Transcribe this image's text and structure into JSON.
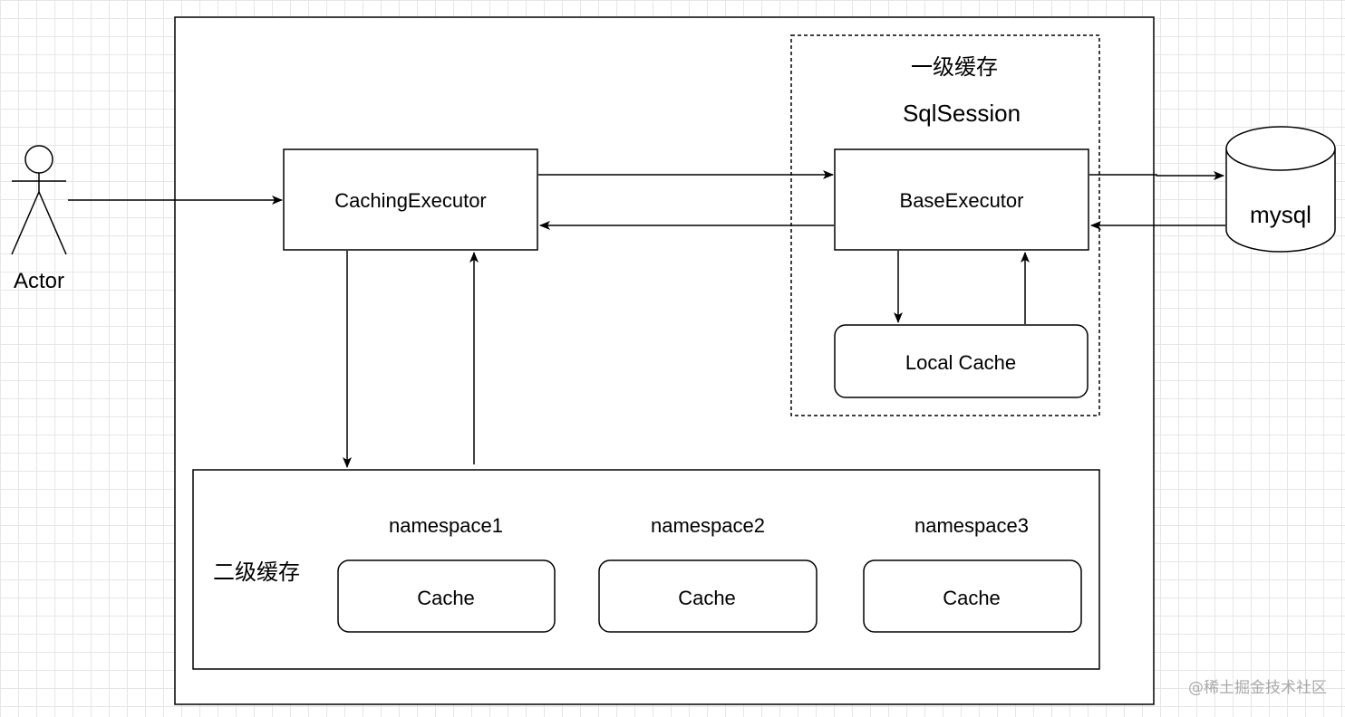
{
  "diagram": {
    "actor": {
      "label": "Actor"
    },
    "caching_executor": {
      "label": "CachingExecutor"
    },
    "first_level": {
      "title": "一级缓存",
      "subtitle": "SqlSession",
      "base_executor": {
        "label": "BaseExecutor"
      },
      "local_cache": {
        "label": "Local Cache"
      }
    },
    "database": {
      "label": "mysql"
    },
    "second_level": {
      "title": "二级缓存",
      "namespaces": [
        {
          "name": "namespace1",
          "cache_label": "Cache"
        },
        {
          "name": "namespace2",
          "cache_label": "Cache"
        },
        {
          "name": "namespace3",
          "cache_label": "Cache"
        }
      ]
    }
  },
  "watermark": "@稀土掘金技术社区"
}
